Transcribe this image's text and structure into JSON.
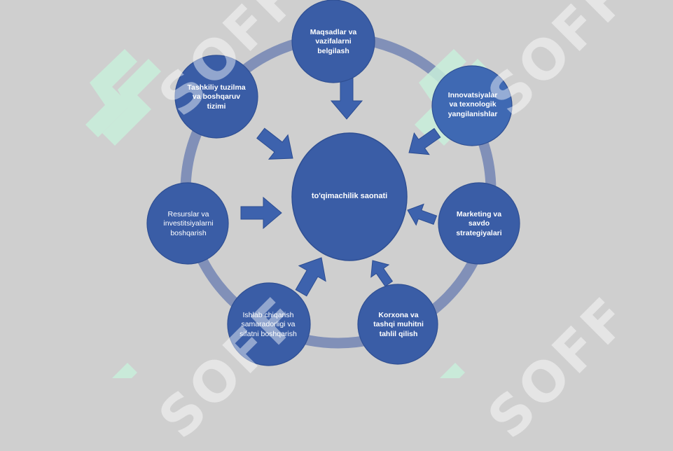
{
  "center": {
    "label": "to'qimachilik saonati"
  },
  "nodes": [
    {
      "id": "goals",
      "label": "Maqsadlar va vazifalarni belgilash"
    },
    {
      "id": "innovation",
      "label": "Innovatsiyalar va texnologik yangilanishlar"
    },
    {
      "id": "marketing",
      "label": "Marketing va savdo strategiyalari"
    },
    {
      "id": "analysis",
      "label": "Korxona va tashqi muhitni tahlil qilish"
    },
    {
      "id": "production",
      "label": "Ishlab chiqarish samaradorligi va sifatni boshqarish"
    },
    {
      "id": "resources",
      "label": "Resurslar va investitsiyalarni boshqarish"
    },
    {
      "id": "structure",
      "label": "Tashkiliy tuzilma va boshqaruv tizimi"
    }
  ],
  "watermark": {
    "text": "SOFF"
  },
  "colors": {
    "background": "#cfcfcf",
    "node_fill": "#3a5da6",
    "node_stroke": "#5a7cc0",
    "ring": "#7f8fb8",
    "arrow": "#3d62ad",
    "watermark_logo": "#c9f0dd"
  }
}
